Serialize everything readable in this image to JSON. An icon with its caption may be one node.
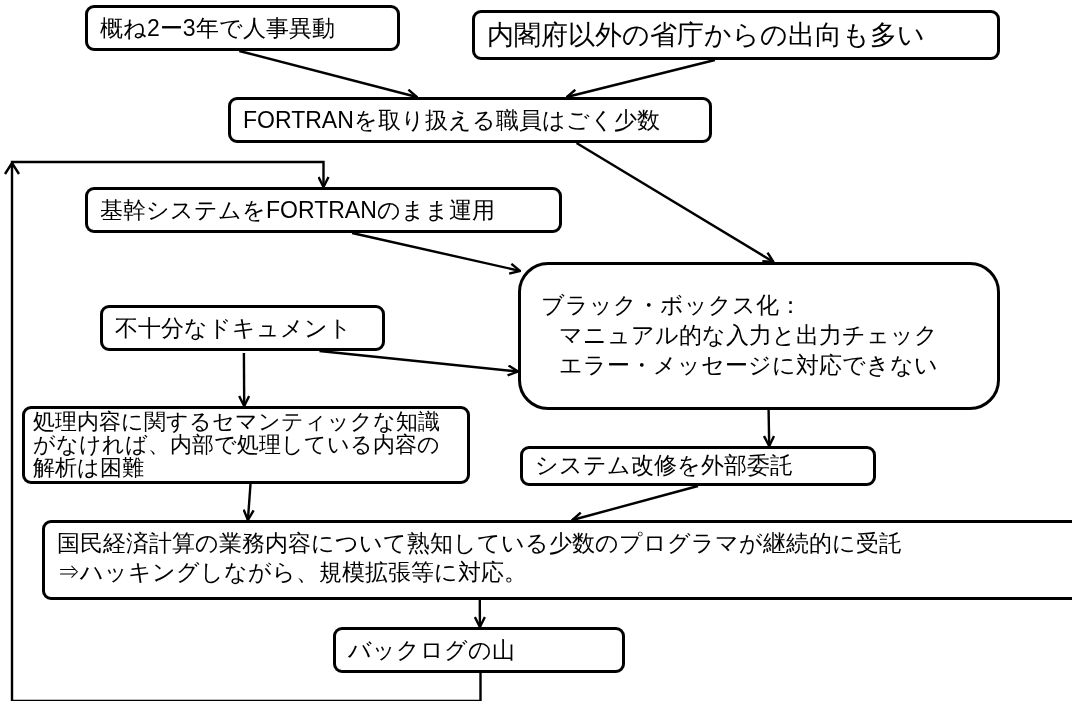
{
  "diagram": {
    "nodes": [
      {
        "text": [
          "概ね2ー3年で人事異動"
        ]
      },
      {
        "text": [
          "内閣府以外の省庁からの出向も多い"
        ]
      },
      {
        "text": [
          "FORTRANを取り扱える職員はごく少数"
        ]
      },
      {
        "text": [
          "基幹システムをFORTRANのまま運用"
        ]
      },
      {
        "text": [
          "ブラック・ボックス化：",
          "マニュアル的な入力と出力チェック",
          "エラー・メッセージに対応できない"
        ]
      },
      {
        "text": [
          "不十分なドキュメント"
        ]
      },
      {
        "text": [
          "処理内容に関するセマンティックな知識がなければ、内部で処理している内容の解析は困難"
        ]
      },
      {
        "text": [
          "システム改修を外部委託"
        ]
      },
      {
        "text": [
          "国民経済計算の業務内容について熟知している少数のプログラマが継続的に受託",
          "⇒ハッキングしながら、規模拡張等に対応。"
        ]
      },
      {
        "text": [
          "バックログの山"
        ]
      }
    ],
    "edges": [
      {
        "from": 0,
        "to": 2,
        "arrow": "to"
      },
      {
        "from": 1,
        "to": 2,
        "arrow": "to"
      },
      {
        "from": 2,
        "to": 4,
        "arrow": "to"
      },
      {
        "from": 3,
        "to": 4,
        "arrow": "to"
      },
      {
        "from": 5,
        "to": 4,
        "arrow": "to"
      },
      {
        "from": 5,
        "to": 6,
        "arrow": "to"
      },
      {
        "from": 4,
        "to": 7,
        "arrow": "to"
      },
      {
        "from": 7,
        "to": 8,
        "arrow": "to"
      },
      {
        "from": 6,
        "to": 8,
        "arrow": "to"
      },
      {
        "from": 8,
        "to": 9,
        "arrow": "to"
      },
      {
        "from": 9,
        "to": 3,
        "arrow": "to"
      }
    ]
  }
}
